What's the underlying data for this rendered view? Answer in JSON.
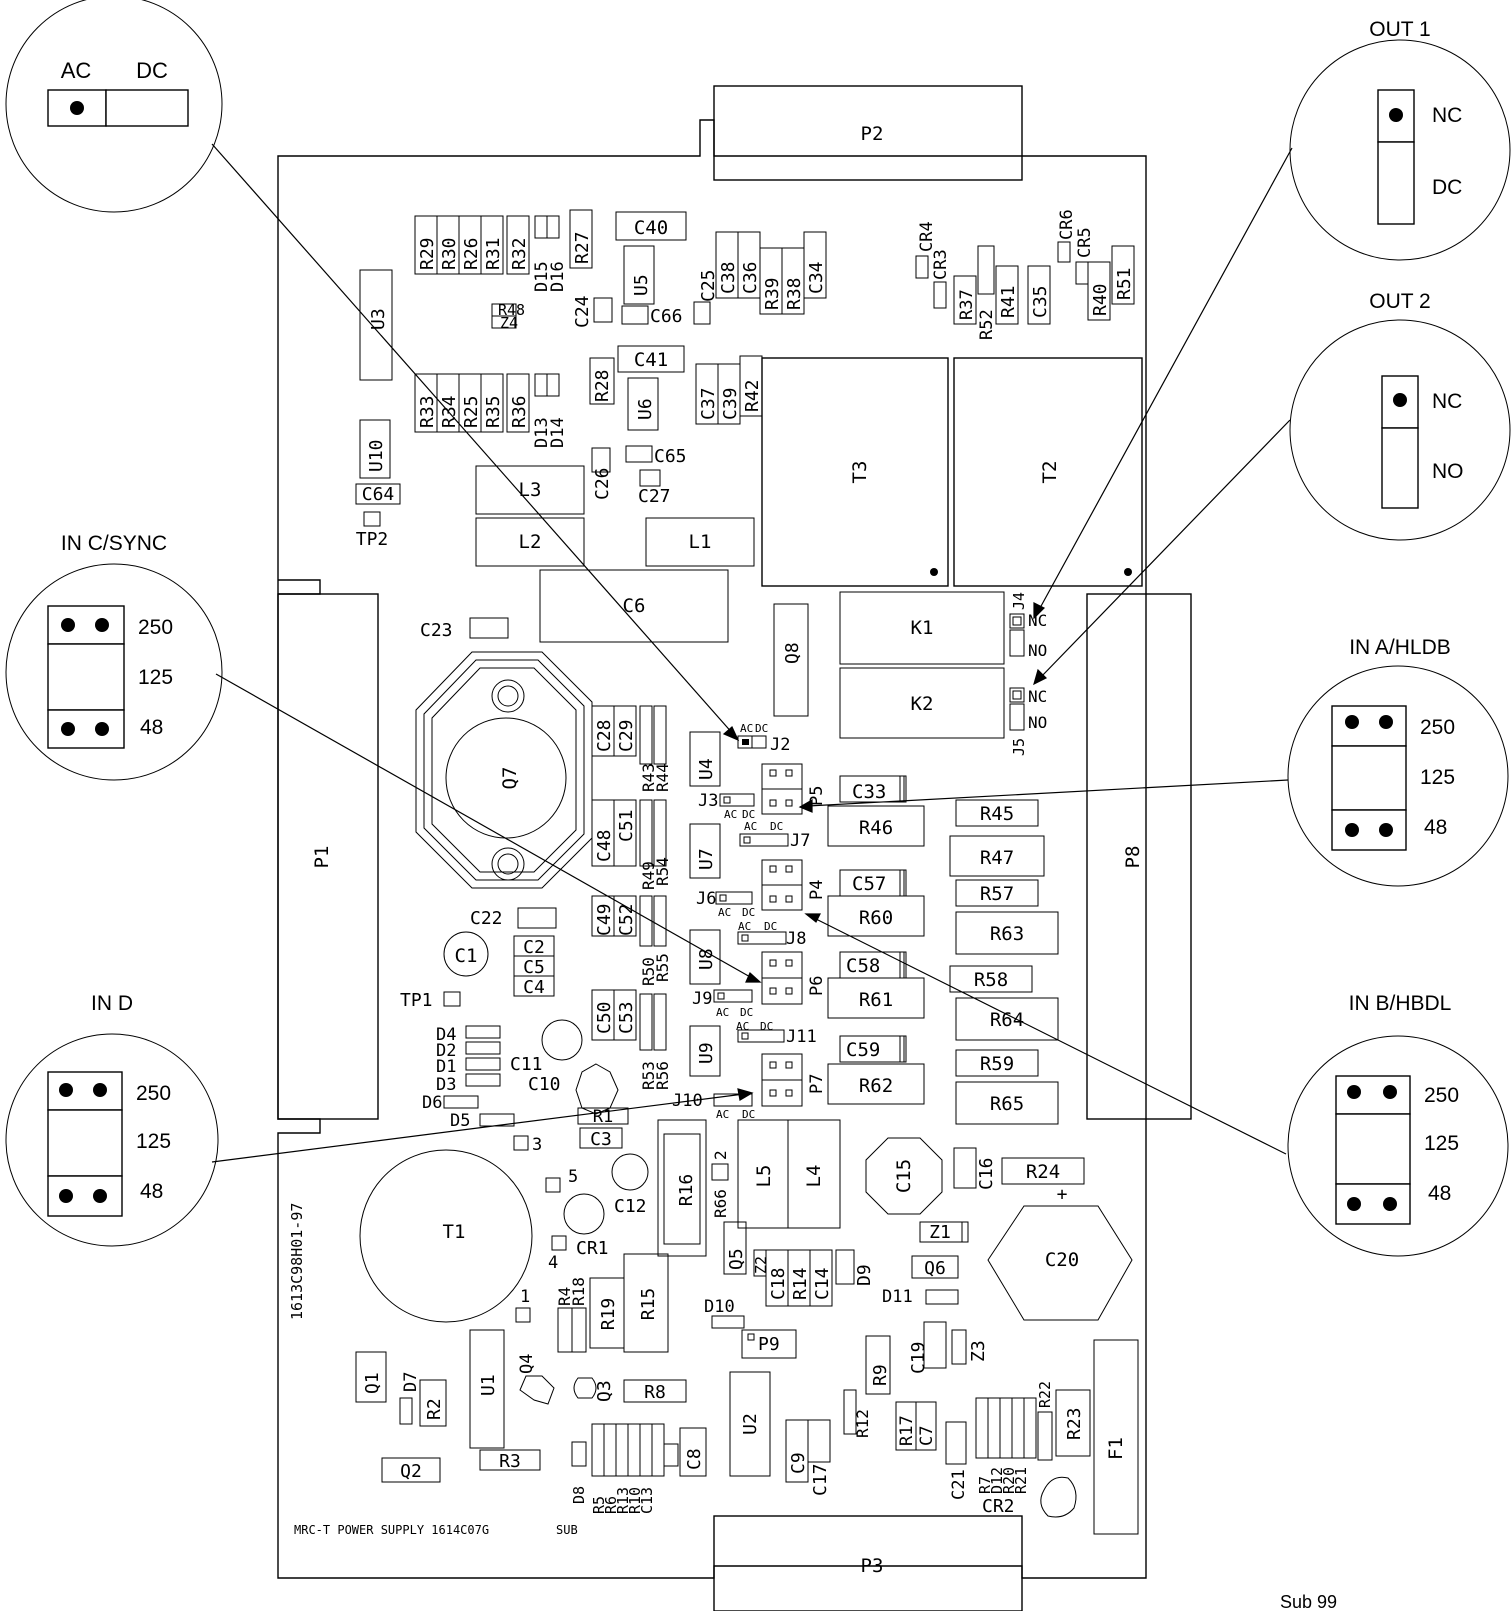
{
  "board": {
    "part_number": "1613C98H01-97",
    "footer": "MRC-T POWER SUPPLY 1614C07G",
    "footer_sub": "SUB",
    "sheet_ref": "Sub 99"
  },
  "connectors": {
    "p1": "P1",
    "p2": "P2",
    "p3": "P3",
    "p8": "P8"
  },
  "components": {
    "R29": "R29",
    "R30": "R30",
    "R26": "R26",
    "R31": "R31",
    "R32": "R32",
    "D15": "D15",
    "D16": "D16",
    "R27": "R27",
    "C40": "C40",
    "U5": "U5",
    "C25": "C25",
    "C38": "C38",
    "C36": "C36",
    "R39": "R39",
    "R38": "R38",
    "C34": "C34",
    "U3": "U3",
    "R48": "R48",
    "Z4": "Z4",
    "C24": "C24",
    "C66": "C66",
    "CR4": "CR4",
    "CR3": "CR3",
    "R37": "R37",
    "R52": "R52",
    "R41": "R41",
    "C35": "C35",
    "CR6": "CR6",
    "CR5": "CR5",
    "R40": "R40",
    "R51": "R51",
    "R33": "R33",
    "R34": "R34",
    "R25": "R25",
    "R35": "R35",
    "R36": "R36",
    "D13": "D13",
    "D14": "D14",
    "R28": "R28",
    "C41": "C41",
    "U6": "U6",
    "C37": "C37",
    "C39": "C39",
    "R42": "R42",
    "U10": "U10",
    "C64": "C64",
    "TP2": "TP2",
    "L3": "L3",
    "L2": "L2",
    "L1": "L1",
    "C26": "C26",
    "C65": "C65",
    "C27": "C27",
    "T3": "T3",
    "T2": "T2",
    "C6": "C6",
    "C23": "C23",
    "Q8": "Q8",
    "K1": "K1",
    "K2": "K2",
    "J4": "J4",
    "J5": "J5",
    "NC": "NC",
    "NO": "NO",
    "Q7": "Q7",
    "C28": "C28",
    "C29": "C29",
    "R43": "R43",
    "R44": "R44",
    "U4": "U4",
    "J2": "J2",
    "J3": "J3",
    "P5": "P5",
    "C33": "C33",
    "R45": "R45",
    "R46": "R46",
    "J7": "J7",
    "C48": "C48",
    "C51": "C51",
    "R49": "R49",
    "R54": "R54",
    "U7": "U7",
    "R47": "R47",
    "J6": "J6",
    "P4": "P4",
    "C57": "C57",
    "R57": "R57",
    "R60": "R60",
    "R63": "R63",
    "J8": "J8",
    "C22": "C22",
    "C49": "C49",
    "C52": "C52",
    "R50": "R50",
    "R55": "R55",
    "U8": "U8",
    "C1": "C1",
    "C2": "C2",
    "C5": "C5",
    "C4": "C4",
    "P6": "P6",
    "C58": "C58",
    "R58": "R58",
    "R61": "R61",
    "R64": "R64",
    "TP1": "TP1",
    "J9": "J9",
    "C50": "C50",
    "C53": "C53",
    "J11": "J11",
    "U9": "U9",
    "D4": "D4",
    "D2": "D2",
    "D1": "D1",
    "D3": "D3",
    "C11": "C11",
    "C10": "C10",
    "R53": "R53",
    "R56": "R56",
    "C59": "C59",
    "R59": "R59",
    "R62": "R62",
    "R65": "R65",
    "J10": "J10",
    "P7": "P7",
    "D6": "D6",
    "D5": "D5",
    "R1": "R1",
    "C3": "C3",
    "3": "3",
    "5": "5",
    "C12": "C12",
    "R16": "R16",
    "2": "2",
    "R66": "R66",
    "L5": "L5",
    "L4": "L4",
    "C15": "C15",
    "C16": "C16",
    "R24": "R24",
    "T1": "T1",
    "CR1": "CR1",
    "4": "4",
    "Z1": "Z1",
    "C20": "C20",
    "Q5": "Q5",
    "Z2": "Z2",
    "C18": "C18",
    "R14": "R14",
    "C14": "C14",
    "D9": "D9",
    "Q6": "Q6",
    "D11": "D11",
    "1": "1",
    "R4": "R4",
    "R18": "R18",
    "R19": "R19",
    "R15": "R15",
    "D10": "D10",
    "P9": "P9",
    "C19": "C19",
    "Z3": "Z3",
    "R9": "R9",
    "Q1": "Q1",
    "D7": "D7",
    "R2": "R2",
    "U1": "U1",
    "Q4": "Q4",
    "Q3": "Q3",
    "R8": "R8",
    "U2": "U2",
    "R12": "R12",
    "R17": "R17",
    "C7": "C7",
    "R22": "R22",
    "R23": "R23",
    "R7": "R7",
    "D12": "D12",
    "R20": "R20",
    "R21": "R21",
    "C21": "C21",
    "F1": "F1",
    "Q2": "Q2",
    "R3": "R3",
    "D8": "D8",
    "R5": "R5",
    "R6": "R6",
    "R13": "R13",
    "R10": "R10",
    "C13": "C13",
    "C8": "C8",
    "C9": "C9",
    "C17": "C17",
    "CR2": "CR2"
  },
  "jumper_marks": {
    "ac": "AC",
    "dc": "DC"
  },
  "callouts": {
    "ac_dc": {
      "ac": "AC",
      "dc": "DC"
    },
    "out1": {
      "title": "OUT 1",
      "top": "NC",
      "bottom": "DC"
    },
    "out2": {
      "title": "OUT 2",
      "top": "NC",
      "bottom": "NO"
    },
    "in_c": {
      "title": "IN C/SYNC",
      "v1": "250",
      "v2": "125",
      "v3": "48"
    },
    "in_a": {
      "title": "IN A/HLDB",
      "v1": "250",
      "v2": "125",
      "v3": "48"
    },
    "in_d": {
      "title": "IN D",
      "v1": "250",
      "v2": "125",
      "v3": "48"
    },
    "in_b": {
      "title": "IN B/HBDL",
      "v1": "250",
      "v2": "125",
      "v3": "48"
    }
  }
}
